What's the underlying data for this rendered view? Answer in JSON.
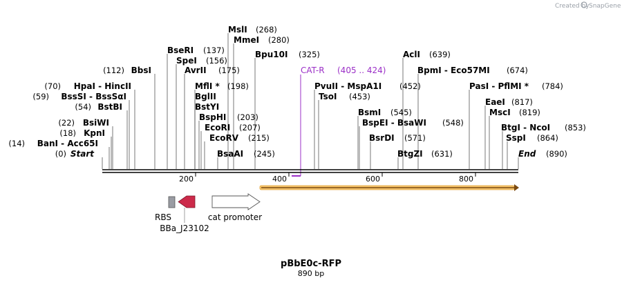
{
  "credit": {
    "text": "Created by",
    "brand": "SnapGene"
  },
  "title": "pBbE0c-RFP",
  "subtitle": "890 bp",
  "sites": [
    {
      "name": "MslI",
      "num": "(268)"
    },
    {
      "name": "MmeI",
      "num": "(280)"
    },
    {
      "name": "BseRI",
      "num": "(137)"
    },
    {
      "name": "SpeI",
      "num": "(156)"
    },
    {
      "name": "Bpu10I",
      "num": "(325)"
    },
    {
      "name": "AclI",
      "num": "(639)"
    },
    {
      "name": "AvrII",
      "num": "(175)"
    },
    {
      "name": "BbsI",
      "num": "(112)"
    },
    {
      "name": "BpmI - Eco57MI",
      "num": "(674)"
    },
    {
      "name": "HpaI - HincII",
      "num": "(70)"
    },
    {
      "name": "MflI *",
      "num": "(198)"
    },
    {
      "name": "PvuII - MspA1I",
      "num": "(452)"
    },
    {
      "name": "PasI - PflMI *",
      "num": "(784)"
    },
    {
      "name": "BssSI - BssSαI",
      "num": "(59)"
    },
    {
      "name": "BglII",
      "num": ""
    },
    {
      "name": "TsoI",
      "num": "(453)"
    },
    {
      "name": "BstBI",
      "num": "(54)"
    },
    {
      "name": "BstYI",
      "num": ""
    },
    {
      "name": "EaeI",
      "num": "(817)"
    },
    {
      "name": "MscI",
      "num": "(819)"
    },
    {
      "name": "BsmI",
      "num": "(545)"
    },
    {
      "name": "BspHI",
      "num": "(203)"
    },
    {
      "name": "BsiWI",
      "num": "(22)"
    },
    {
      "name": "BspEI - BsaWI",
      "num": "(548)"
    },
    {
      "name": "EcoRI",
      "num": "(207)"
    },
    {
      "name": "KpnI",
      "num": "(18)"
    },
    {
      "name": "BtgI - NcoI",
      "num": "(853)"
    },
    {
      "name": "EcoRV",
      "num": "(215)"
    },
    {
      "name": "BsrDI",
      "num": "(571)"
    },
    {
      "name": "SspI",
      "num": "(864)"
    },
    {
      "name": "BanI - Acc65I",
      "num": "(14)"
    },
    {
      "name": "BsaAI",
      "num": "(245)"
    },
    {
      "name": "Start",
      "num": "(0)"
    },
    {
      "name": "BtgZI",
      "num": "(631)"
    },
    {
      "name": "End",
      "num": "(890)"
    }
  ],
  "primer": {
    "name": "CAT-R",
    "range": "(405 .. 424)"
  },
  "ruler": {
    "ticks": [
      "200",
      "400",
      "600",
      "800"
    ]
  },
  "features": {
    "rbs": "RBS",
    "bba": "BBa_J23102",
    "cat_promoter": "cat promoter"
  },
  "colors": {
    "primer": "#9b2fc7",
    "orf": "#f5c46b",
    "red_feature": "#cc2a4a",
    "rbs": "#9a9ca3",
    "promoter": "#ffffff"
  }
}
